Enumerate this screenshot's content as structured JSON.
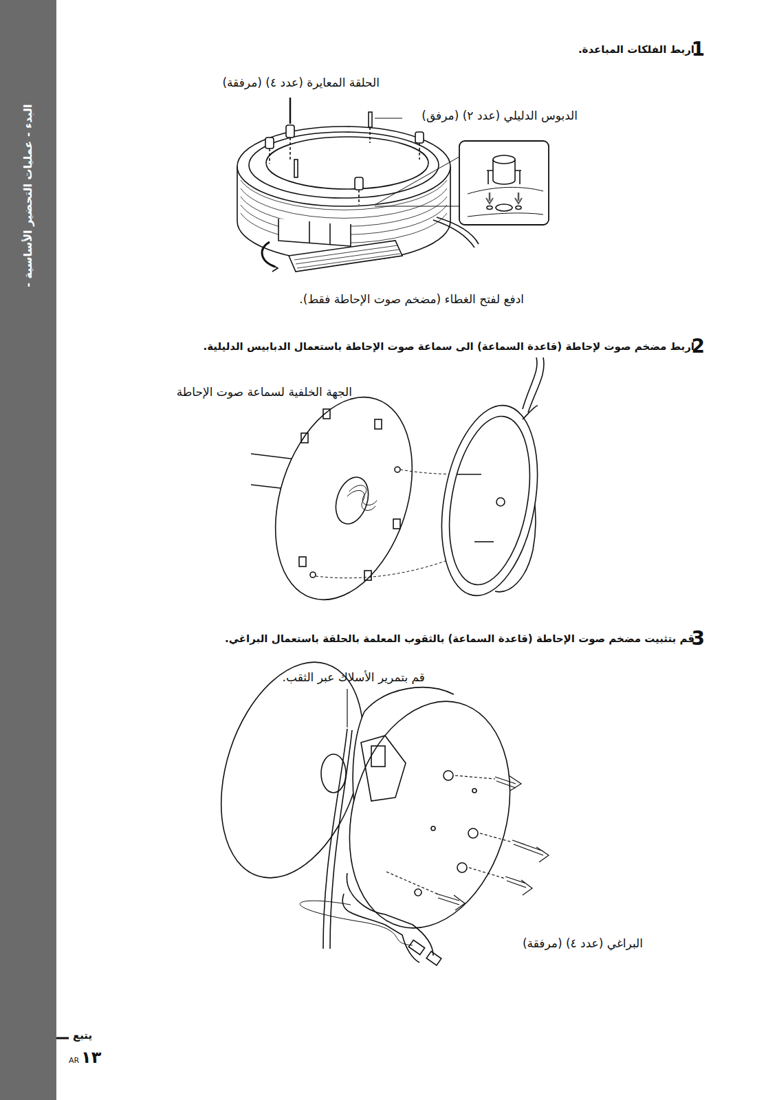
{
  "diagram": {
    "labels": [
      "البدء - عمليات التحضير الأساسية -",
      "1",
      "اربط الفلكات المباعدة.",
      "الحلقة المعايرة (عدد ٤) (مرفقة)",
      "الدبوس الدليلي (عدد ٢) (مرفق)",
      "ادفع لفتح الغطاء (مضخم صوت الإحاطة فقط).",
      "2",
      "اربط مضخم صوت لإحاطة (قاعدة السماعة) الى سماعة صوت الإحاطة باستعمال الدبابيس الدليلية.",
      "الجهة الخلفية لسماعة صوت الإحاطة",
      "3",
      "قم بتثبيت مضخم صوت الإحاطة (قاعدة السماعة) بالثقوب المعلمة بالحلقة باستعمال البراغي.",
      "قم بتمرير الأسلاك عبر الثقب.",
      "البراغي (عدد ٤) (مرفقة)",
      "يتبع",
      "AR",
      "١٣"
    ]
  }
}
